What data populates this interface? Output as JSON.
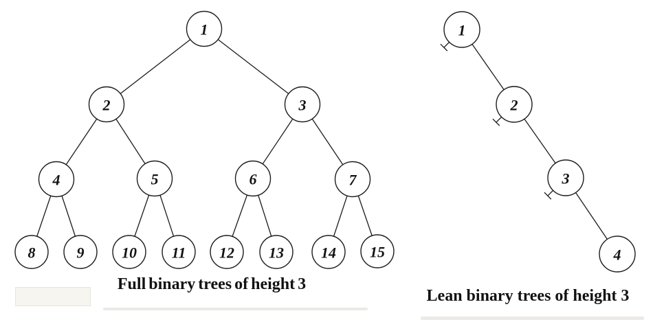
{
  "left_tree": {
    "caption": "Full binary trees of height 3",
    "node_labels": [
      "1",
      "2",
      "3",
      "4",
      "5",
      "6",
      "7",
      "8",
      "9",
      "10",
      "11",
      "12",
      "13",
      "14",
      "15"
    ],
    "edges": [
      [
        "1",
        "2"
      ],
      [
        "1",
        "3"
      ],
      [
        "2",
        "4"
      ],
      [
        "2",
        "5"
      ],
      [
        "3",
        "6"
      ],
      [
        "3",
        "7"
      ],
      [
        "4",
        "8"
      ],
      [
        "4",
        "9"
      ],
      [
        "5",
        "10"
      ],
      [
        "5",
        "11"
      ],
      [
        "6",
        "12"
      ],
      [
        "6",
        "13"
      ],
      [
        "7",
        "14"
      ],
      [
        "7",
        "15"
      ]
    ]
  },
  "right_tree": {
    "caption": "Lean binary trees of height 3",
    "node_labels": [
      "1",
      "2",
      "3",
      "4"
    ],
    "edges": [
      [
        "1",
        "2"
      ],
      [
        "2",
        "3"
      ],
      [
        "3",
        "4"
      ]
    ],
    "nil_left_markers": [
      "1",
      "2",
      "3"
    ]
  },
  "colors": {
    "background": "#ffffff",
    "line": "#1c1c1c",
    "node_fill": "#ffffff",
    "text": "#121212"
  }
}
